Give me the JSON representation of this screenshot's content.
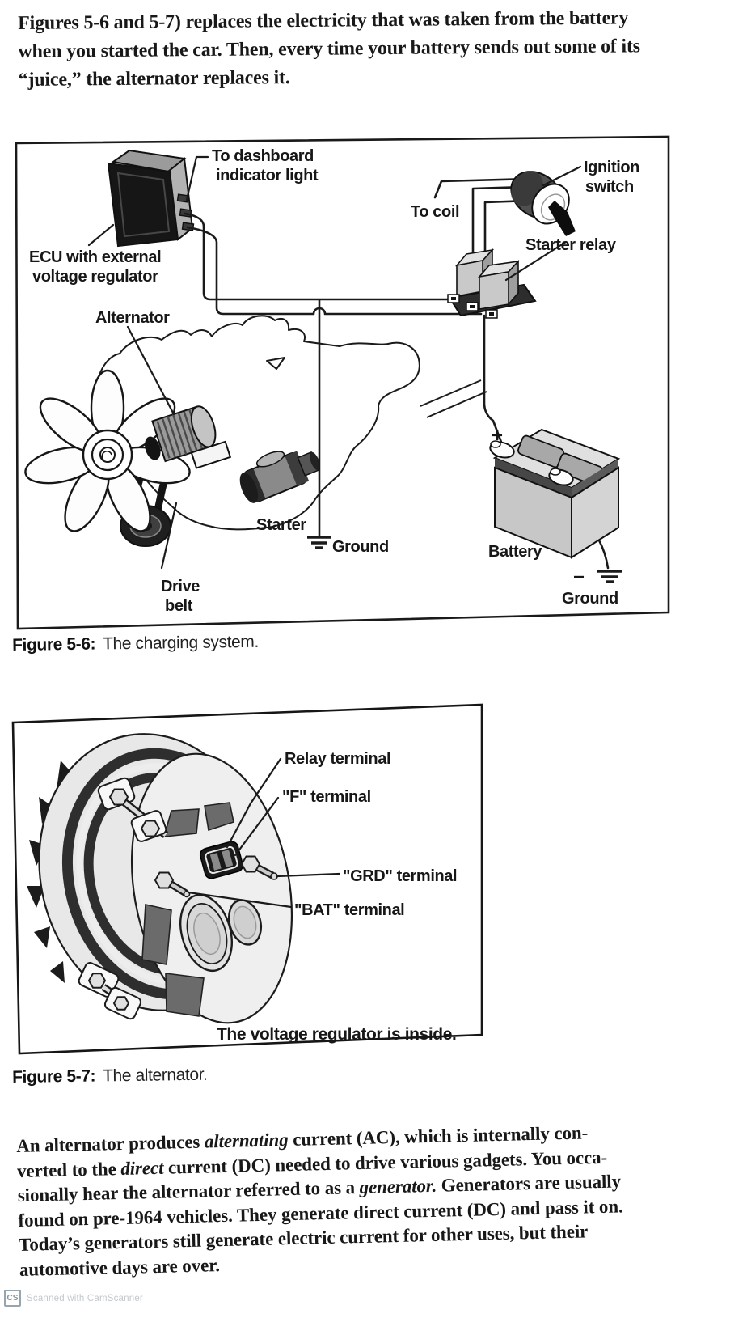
{
  "colors": {
    "paper": "#ffffff",
    "ink": "#161616",
    "caption_gray": "#222222",
    "scan_footer_gray": "#c3c9cd"
  },
  "intro": {
    "line1": "Figures 5-6 and 5-7) replaces the electricity that was taken from the battery",
    "line2": "when you started the car. Then, every time your battery sends out some of its",
    "line3": "“juice,” the alternator replaces it."
  },
  "figure_5_6": {
    "caption_label": "Figure 5-6:",
    "caption_text": "The charging system.",
    "labels": {
      "to_dashboard_line1": "To dashboard",
      "to_dashboard_line2": "indicator light",
      "ecu_line1": "ECU with external",
      "ecu_line2": "voltage regulator",
      "alternator": "Alternator",
      "ignition_line1": "Ignition",
      "ignition_line2": "switch",
      "to_coil": "To coil",
      "starter_relay": "Starter relay",
      "starter": "Starter",
      "ground_starter": "Ground",
      "battery": "Battery",
      "battery_plus": "+",
      "battery_minus": "−",
      "ground_battery": "Ground",
      "drive_line1": "Drive",
      "drive_line2": "belt"
    }
  },
  "figure_5_7": {
    "caption_label": "Figure 5-7:",
    "caption_text": "The alternator.",
    "labels": {
      "relay_terminal": "Relay terminal",
      "f_terminal": "\"F\" terminal",
      "grd_terminal": "\"GRD\" terminal",
      "bat_terminal": "\"BAT\" terminal",
      "note": "The voltage regulator is inside."
    }
  },
  "outro": {
    "line1_a": "An alternator produces ",
    "line1_i": "alternating",
    "line1_b": " current (AC), which is internally con-",
    "line2_a": "verted to the ",
    "line2_i": "direct",
    "line2_b": " current (DC) needed to drive various gadgets. You occa-",
    "line3_a": "sionally hear the alternator referred to as a ",
    "line3_i": "generator.",
    "line3_b": " Generators are usually",
    "line4": "found on pre-1964 vehicles. They generate direct current (DC) and pass it on.",
    "line5": "Today’s generators still generate electric current for other uses, but their",
    "line6": "automotive days are over."
  },
  "scan_footer": {
    "logo": "CS",
    "text": "Scanned with CamScanner"
  }
}
